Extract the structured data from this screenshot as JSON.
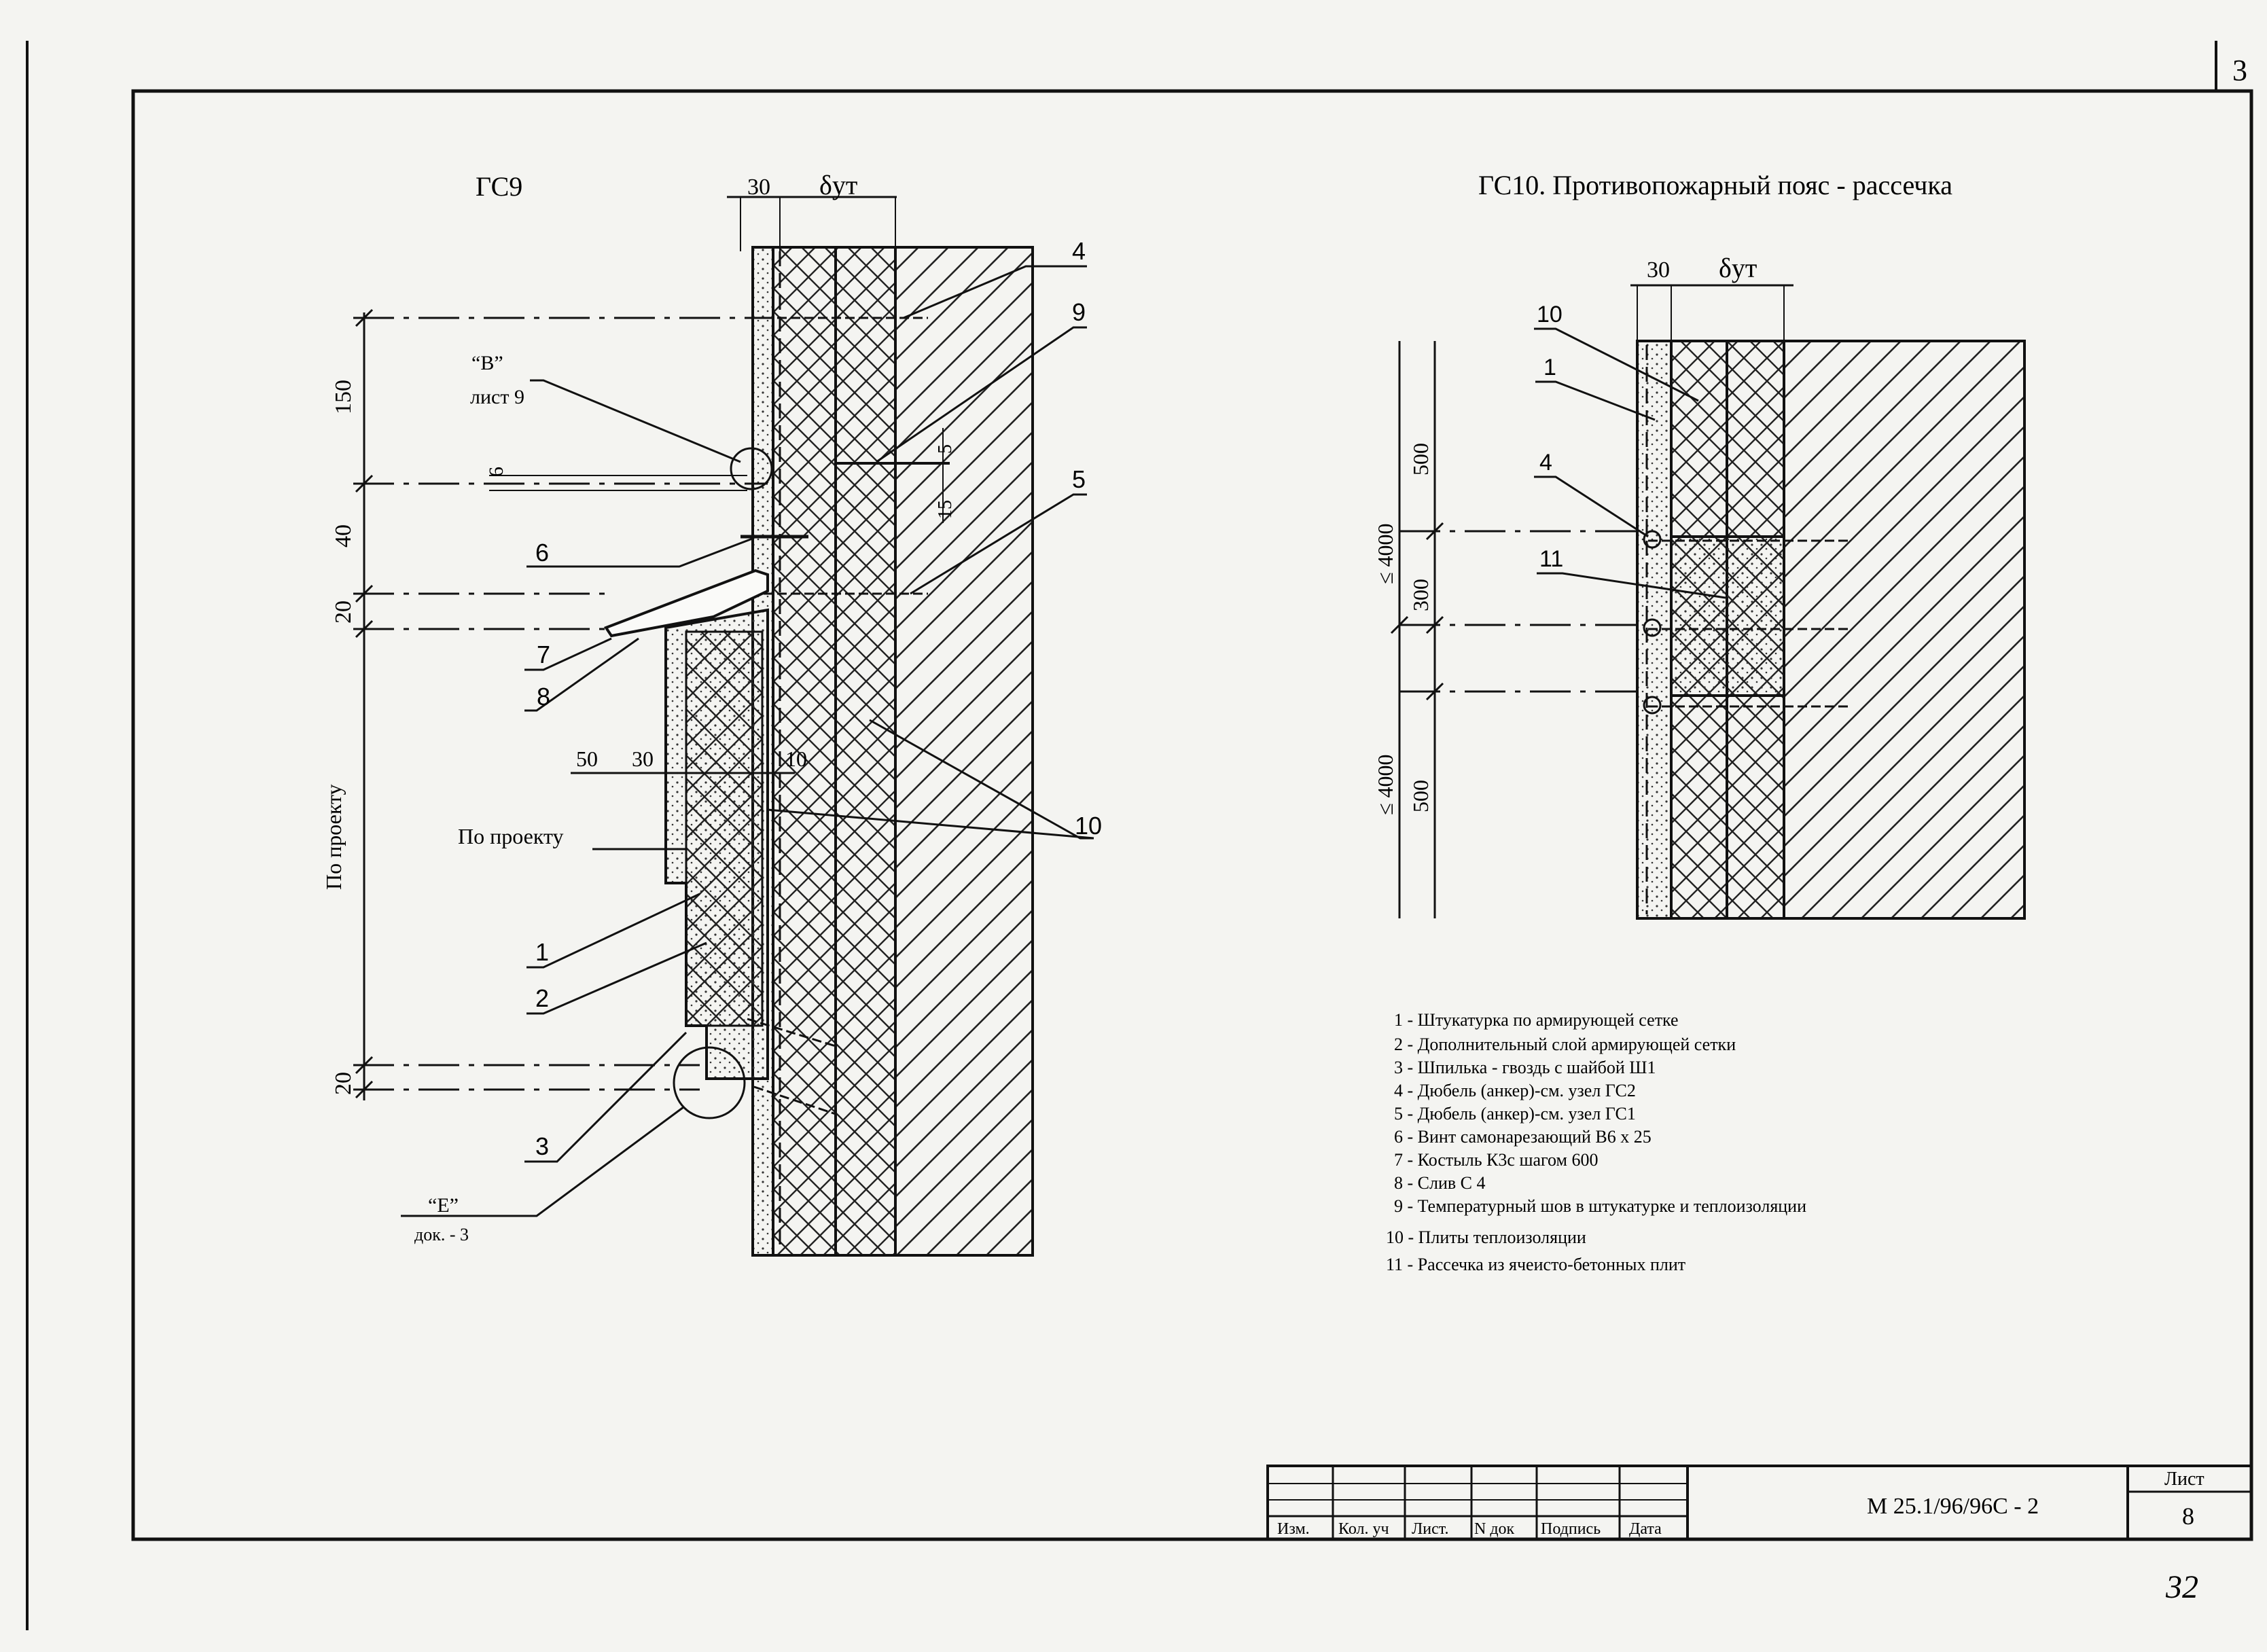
{
  "sheet": {
    "corner_number": "3",
    "handwritten_page": "32"
  },
  "gc9": {
    "title": "ГС9",
    "dim_top_left": "30",
    "dim_top_right": "δут",
    "dims_left": [
      "150",
      "40",
      "20",
      "20"
    ],
    "dim_small_6": "6",
    "dim_5": "5",
    "dim_15": "15",
    "dims_bottom": [
      "50",
      "30",
      "10"
    ],
    "label_vertical": "По проекту",
    "label_project": "По проекту",
    "callout_B": "“В”",
    "callout_B_sheet": "лист 9",
    "callout_E": "“Е”",
    "callout_E_doc": "док. - 3",
    "leaders": [
      "4",
      "9",
      "5",
      "6",
      "7",
      "8",
      "10",
      "1",
      "2",
      "3"
    ]
  },
  "gc10": {
    "title": "ГС10. Противопожарный пояс - рассечка",
    "dim_top_left": "30",
    "dim_top_right": "δут",
    "dims_left": [
      "≤ 4000",
      "≤ 4000"
    ],
    "dims_inner": [
      "500",
      "300",
      "500"
    ],
    "leaders": [
      "10",
      "1",
      "4",
      "11"
    ]
  },
  "legend": [
    "1 - Штукатурка по армирующей сетке",
    "2 - Дополнительный слой армирующей сетки",
    "3 - Шпилька - гвоздь с шайбой Ш1",
    "4 - Дюбель (анкер)-см. узел ГС2",
    "5 - Дюбель (анкер)-см. узел ГС1",
    "6 - Винт самонарезающий В6 х 25",
    "7 - Костыль К3с шагом 600",
    "8 - Слив С 4",
    "9 - Температурный шов в штукатурке и теплоизоляции",
    "10 - Плиты теплоизоляции",
    "11 - Рассечка из ячеисто-бетонных плит"
  ],
  "title_block": {
    "columns": [
      "Изм.",
      "Кол. уч",
      "Лист.",
      "N док",
      "Подпись",
      "Дата"
    ],
    "doc_code": "М 25.1/96/96С - 2",
    "sheet_label": "Лист",
    "sheet_number": "8"
  }
}
